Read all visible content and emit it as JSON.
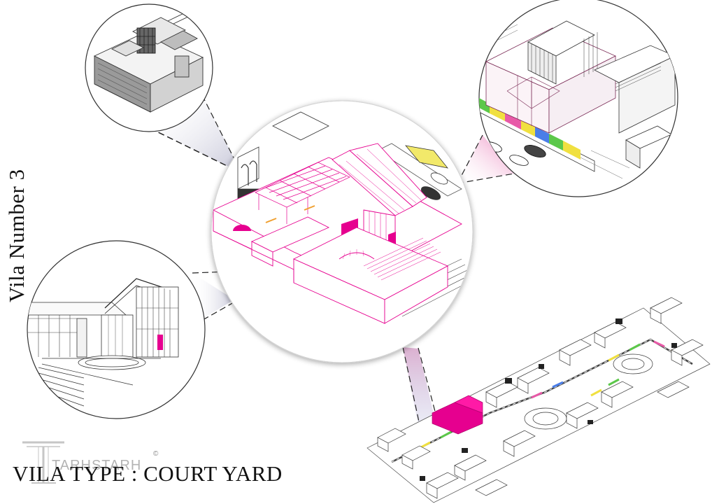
{
  "titles": {
    "vertical": "Vila Number 3",
    "bottom": "VILA TYPE : COURT YARD"
  },
  "watermark": {
    "text": "TARHSTARH",
    "mark": "©"
  },
  "views": [
    {
      "id": "top-left-detail",
      "kind": "isometric-model-grey"
    },
    {
      "id": "top-right-detail",
      "kind": "street-isometric-with-cars"
    },
    {
      "id": "center-detail",
      "kind": "courtyard-villa-pink-highlight"
    },
    {
      "id": "left-detail",
      "kind": "interior-perspective-courtyard"
    },
    {
      "id": "site-plan",
      "kind": "masterplan-isometric"
    }
  ],
  "colors": {
    "highlight": "#e6008f",
    "line": "#333333",
    "connector_shade": "#c8c8d8",
    "pink_shade": "#f2a6cf",
    "path_colors": [
      "#f0e040",
      "#5cc84a",
      "#e85aa8",
      "#4a7ee8",
      "#f0a030"
    ]
  }
}
